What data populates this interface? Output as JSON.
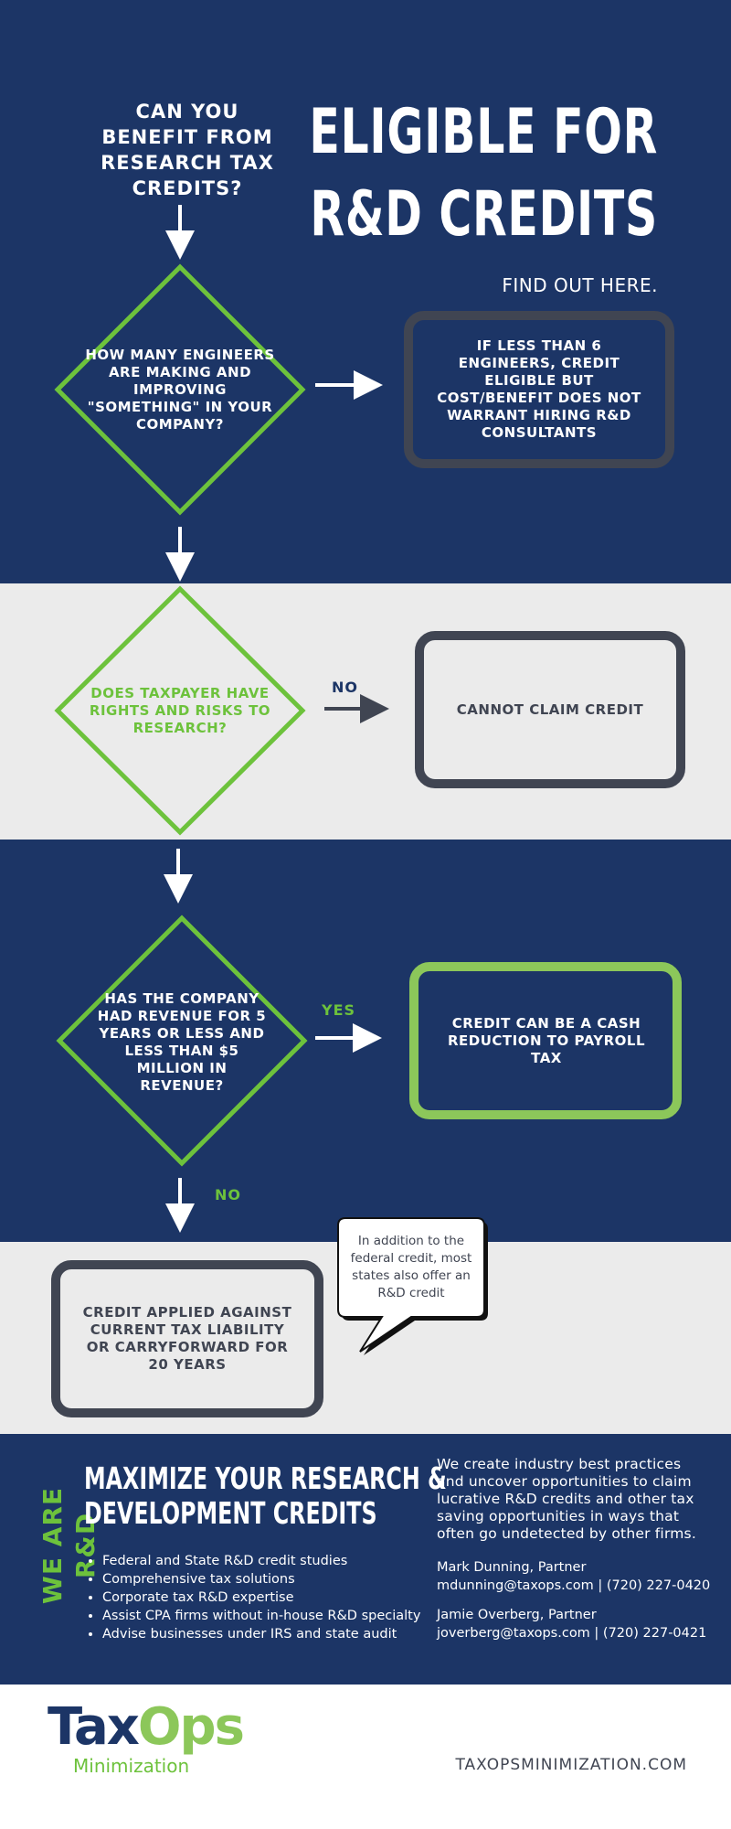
{
  "header": {
    "question": "CAN YOU BENEFIT FROM RESEARCH TAX CREDITS?",
    "title_line1": "ELIGIBLE FOR",
    "title_line2": "R&D CREDITS",
    "subtitle": "FIND OUT HERE."
  },
  "flow": {
    "q1": "HOW MANY ENGINEERS ARE MAKING AND IMPROVING \"SOMETHING\" IN YOUR COMPANY?",
    "r1": "IF LESS THAN 6 ENGINEERS, CREDIT ELIGIBLE BUT COST/BENEFIT DOES NOT WARRANT HIRING R&D CONSULTANTS",
    "q2": "DOES TAXPAYER HAVE RIGHTS AND RISKS TO RESEARCH?",
    "q2_no_label": "NO",
    "r2": "CANNOT CLAIM CREDIT",
    "q3": "HAS THE COMPANY HAD REVENUE FOR 5 YEARS OR LESS AND LESS THAN $5 MILLION IN REVENUE?",
    "q3_yes_label": "YES",
    "r3": "CREDIT CAN BE A CASH REDUCTION TO PAYROLL TAX",
    "q3_no_label": "NO",
    "r4": "CREDIT APPLIED AGAINST CURRENT TAX LIABILITY OR CARRYFORWARD FOR 20 YEARS",
    "callout": "In addition to the federal credit, most states also offer an R&D credit"
  },
  "about": {
    "vertical_label": "WE ARE R&D",
    "heading_line1": "MAXIMIZE YOUR RESEARCH &",
    "heading_line2": "DEVELOPMENT CREDITS",
    "bullets": [
      "Federal and State R&D credit studies",
      "Comprehensive tax solutions",
      "Corporate tax R&D expertise",
      "Assist CPA firms without in-house R&D specialty",
      "Advise businesses under IRS and state audit"
    ],
    "description": "We create industry best practices and uncover opportunities to claim lucrative R&D credits and other tax saving opportunities in ways that often go undetected by other firms.",
    "contact1_name": "Mark Dunning, Partner",
    "contact1_info": "mdunning@taxops.com | (720) 227-0420",
    "contact2_name": "Jamie Overberg, Partner",
    "contact2_info": "joverberg@taxops.com | (720) 227-0421"
  },
  "footer": {
    "logo_tax": "Tax",
    "logo_ops": "Ops",
    "logo_sub": "Minimization",
    "website": "TAXOPSMINIMIZATION.COM"
  },
  "colors": {
    "navy": "#1c3566",
    "green": "#6dc23c",
    "grey_border": "#404552",
    "light_grey": "#ebebeb"
  }
}
